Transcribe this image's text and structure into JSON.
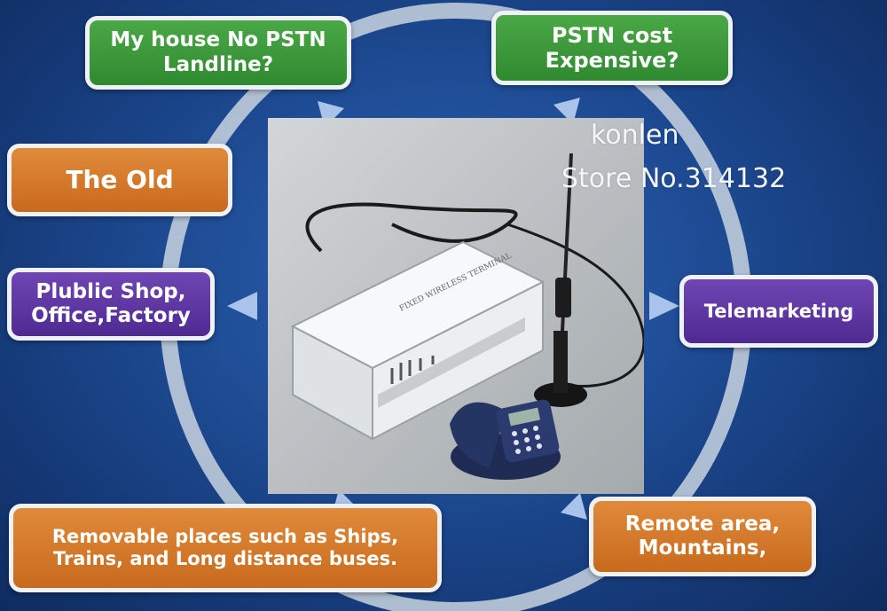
{
  "callouts": {
    "no_pstn": {
      "line1": "My house No PSTN",
      "line2": "Landline?"
    },
    "pstn_cost": {
      "line1": "PSTN cost",
      "line2": "Expensive?"
    },
    "old": {
      "line1": "The Old"
    },
    "shop": {
      "line1": "Plublic Shop,",
      "line2": "Office,Factory"
    },
    "tele": {
      "line1": "Telemarketing"
    },
    "removable": {
      "line1": "Removable places such as Ships,",
      "line2": "Trains, and Long distance buses."
    },
    "remote": {
      "line1": "Remote area,",
      "line2": "Mountains,"
    }
  },
  "watermark": {
    "name": "konlen",
    "store": "Store No.314132"
  },
  "device": {
    "label": "FIXED WIRELESS TERMINAL"
  },
  "colors": {
    "background": "#1d4a92",
    "ring": "#c9d3df",
    "green": "#3a9a3a",
    "orange": "#d2772a",
    "purple": "#5e38a4",
    "box_border": "#eef2f7"
  }
}
